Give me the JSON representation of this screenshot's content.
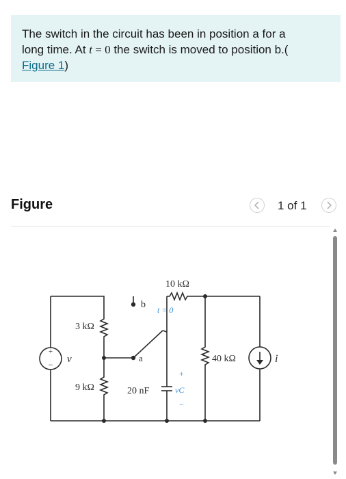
{
  "problem": {
    "line1": "The switch in the circuit has been in position a for a",
    "line2_prefix": "long time. At ",
    "line2_var": "t",
    "line2_eq": " = 0",
    "line2_suffix": " the switch is moved to position b.(",
    "link": "Figure 1",
    "close": ")"
  },
  "figure": {
    "title": "Figure",
    "pagination": "1 of 1"
  },
  "circuit": {
    "r_top": "10 kΩ",
    "r_upper": "3 kΩ",
    "r_lower": "9 kΩ",
    "r_right": "40 kΩ",
    "cap": "20 nF",
    "vsrc": "v",
    "isrc": "i",
    "switch_b": "b",
    "switch_a": "a",
    "switch_time": "t = 0",
    "vc": "vC",
    "plus": "+",
    "minus": "−",
    "src_plus": "+",
    "src_minus": "−"
  },
  "colors": {
    "panel_bg": "#e4f3f4",
    "link": "#0a6b8a",
    "accent_blue": "#3b8fd6"
  }
}
